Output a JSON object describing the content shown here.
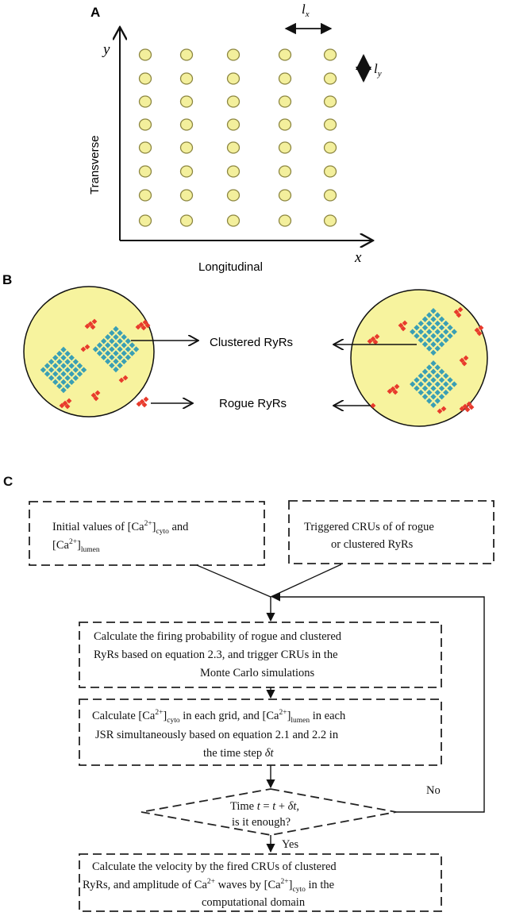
{
  "panel_a": {
    "label": "A",
    "y_axis_symbol": "y",
    "x_axis_symbol": "x",
    "y_axis_title": "Transverse",
    "x_axis_title": "Longitudinal",
    "lx_base": "l",
    "lx_sub": "x",
    "ly_base": "l",
    "ly_sub": "y",
    "grid_columns": 5,
    "grid_rows": 8,
    "cru_fill": "#f3ef9c",
    "cru_stroke": "#8c8640"
  },
  "panel_b": {
    "label": "B",
    "clustered_label": "Clustered RyRs",
    "rogue_label": "Rogue RyRs",
    "disk_fill": "#f7f39e",
    "cluster_color": "#3a9fb4",
    "rogue_color": "#e83a2c"
  },
  "panel_c": {
    "label": "C",
    "box_initial": {
      "t1": "Initial values of  [Ca",
      "sup1": "2+",
      "t2": "]",
      "sub1": "cyto",
      "t3": " and",
      "t4": "[Ca",
      "sup2": "2+",
      "t5": "]",
      "sub2": "lumen"
    },
    "box_triggered": {
      "line1": "Triggered  CRUs of  of rogue",
      "line2": "or clustered RyRs"
    },
    "box_firing": {
      "line1": "Calculate the firing probability of rogue and clustered",
      "line2": "RyRs based on equation 2.3, and trigger CRUs  in the",
      "line3": "Monte Carlo simulations"
    },
    "box_calc": {
      "t1": "Calculate [Ca",
      "sup1": "2+",
      "t2": "]",
      "sub1": "cyto",
      "t3": " in each grid, and [Ca",
      "sup2": "2+",
      "t4": "]",
      "sub2": "lumen",
      "t5": "  in each",
      "line2": "JSR simultaneously based on equation 2.1 and 2.2 in",
      "line3a": "the time step ",
      "line3b": "δt"
    },
    "decision": {
      "t1": "Time ",
      "t2": "t",
      "t3": " = ",
      "t4": "t",
      "t5": " +  ",
      "t6": "δt,",
      "line2": "is it enough?"
    },
    "no_label": "No",
    "yes_label": "Yes",
    "box_velocity": {
      "line1": "Calculate the velocity by the fired CRUs of clustered",
      "line2a": "RyRs, and amplitude of Ca",
      "line2sup": "2+",
      "line2b": " waves by [Ca",
      "line2sup2": "2+",
      "line2c": "]",
      "line2sub": "cyto",
      "line2d": " in the",
      "line3": "computational domain"
    }
  }
}
